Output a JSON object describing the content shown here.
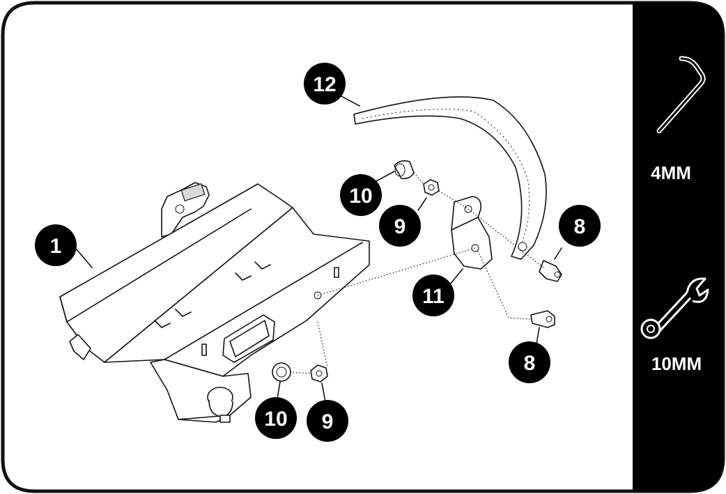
{
  "callouts": {
    "c1": "1",
    "c12": "12",
    "c10a": "10",
    "c9a": "9",
    "c8a": "8",
    "c11": "11",
    "c8b": "8",
    "c10b": "10",
    "c9b": "9"
  },
  "tools": {
    "hex_key": {
      "label": "4MM",
      "icon": "hex-key-icon"
    },
    "wrench": {
      "label": "10MM",
      "icon": "wrench-icon"
    }
  },
  "colors": {
    "outline": "#111111",
    "panel": "#000000",
    "callout_fill": "#000000",
    "callout_text": "#ffffff"
  }
}
